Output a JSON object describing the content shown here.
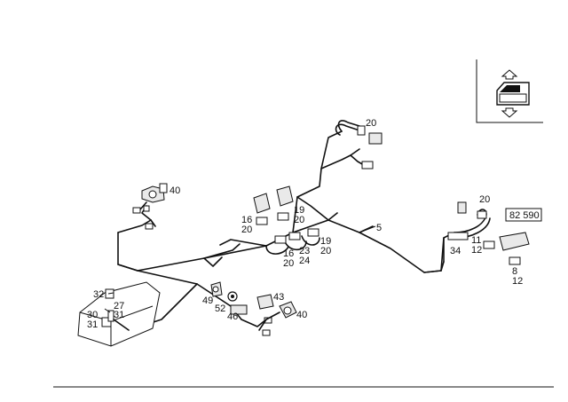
{
  "diagram": {
    "reference_code": "82 590",
    "callouts": {
      "c20_top": "20",
      "c40_left": "40",
      "c16_a": "16",
      "c20_a": "20",
      "c19_a": "19",
      "c20_b": "20",
      "c5": "5",
      "c20_right": "20",
      "c11": "11",
      "c12_a": "12",
      "c34": "34",
      "c19_b": "19",
      "c20_c": "20",
      "c16_b": "16",
      "c20_d": "20",
      "c23": "23",
      "c24": "24",
      "c32": "32",
      "c27": "27",
      "c30": "30",
      "c31_a": "31",
      "c31_b": "31",
      "c49": "49",
      "c52": "52",
      "c46": "46",
      "c43": "43",
      "c40_bottom": "40",
      "c8": "8",
      "c12_b": "12"
    }
  }
}
